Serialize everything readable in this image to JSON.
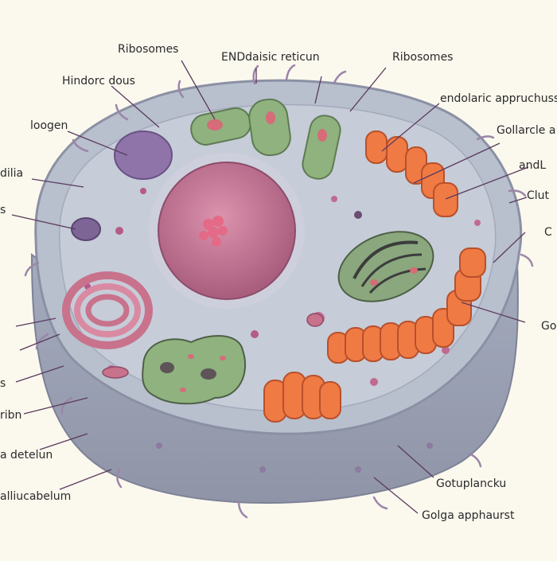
{
  "labels": {
    "ribosomes_top": "Ribosomes",
    "endoplasmic": "ENDdaisic reticun",
    "ribosomes_right": "Ribosomes",
    "hindorc": "Hindorc dous",
    "endolaric": "endolaric appruchuss",
    "loogen": "loogen",
    "gollarcle": "Gollarcle a",
    "dilia": "dilia",
    "andl": "andL",
    "s_left": "s",
    "clut": "Clut",
    "c_right": "C",
    "go_right": "Go",
    "s_left2": "s",
    "ribn": "ribn",
    "detelun": "a detelun",
    "gotuplancku": "Gotuplancku",
    "golga": "Golga apphaurst",
    "alliucabelum": "alliucabelum"
  },
  "colors": {
    "background": "#fbf8ee",
    "cytoplasm": "#b6bccb",
    "membrane": "#8f95a8",
    "nucleus": "#c77797",
    "golgi": "#f07a44",
    "mitochondria_green": "#8fb27f",
    "er_pink": "#c8728c",
    "vesicle_purple": "#8d73a8",
    "leader": "#5a3a5e"
  }
}
